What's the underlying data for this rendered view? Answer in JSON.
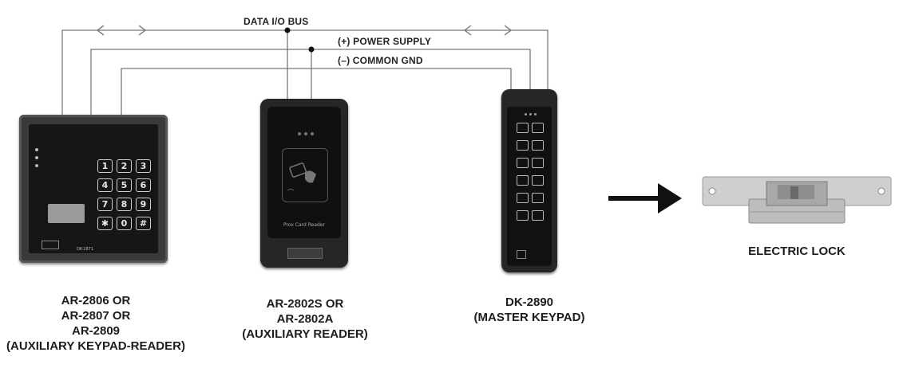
{
  "bus": {
    "data_label": "DATA I/O BUS",
    "power_label": "(+) POWER SUPPLY",
    "ground_label": "(–) COMMON GND"
  },
  "devices": {
    "keypad_reader": {
      "caption": [
        "AR-2806 OR",
        "AR-2807 OR",
        "AR-2809",
        "(AUXILIARY KEYPAD-READER)"
      ],
      "keys": [
        "1",
        "2",
        "3",
        "4",
        "5",
        "6",
        "7",
        "8",
        "9",
        "✱",
        "0",
        "#"
      ],
      "model": "DK-2871"
    },
    "prox_reader": {
      "caption": [
        "AR-2802S OR",
        "AR-2802A",
        "(AUXILIARY READER)"
      ],
      "face_text": "Prox Card Reader"
    },
    "master_keypad": {
      "caption": [
        "DK-2890",
        "(MASTER KEYPAD)"
      ]
    },
    "electric_lock": {
      "caption": "ELECTRIC LOCK"
    }
  },
  "colors": {
    "wire": "#7a7a7a",
    "device_dark": "#1a1a1a",
    "lock_metal": "#c9c9c9"
  }
}
